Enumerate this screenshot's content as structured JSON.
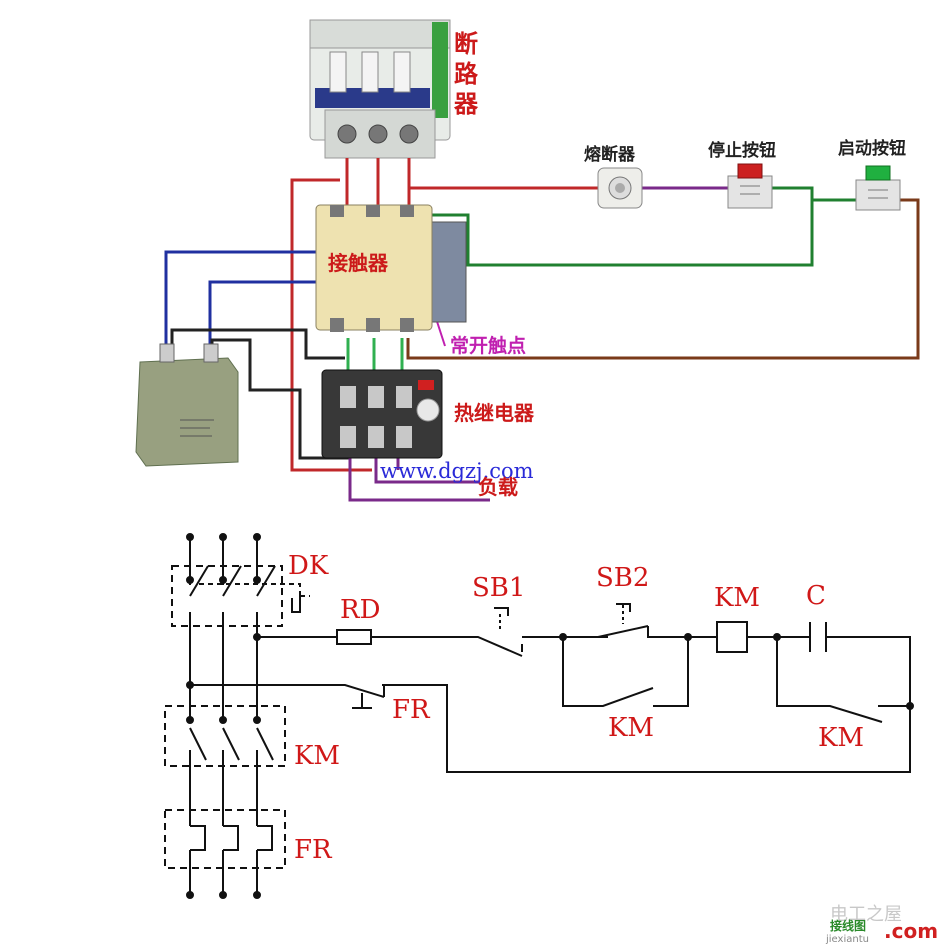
{
  "photo_labels": {
    "breaker": [
      "断",
      "路",
      "器"
    ],
    "fuse": "熔断器",
    "stop_button": "停止按钮",
    "start_button": "启动按钮",
    "contactor": "接触器",
    "no_contact": "常开触点",
    "thermal_relay": "热继电器",
    "load": "负载",
    "website": "www.dgzj.com"
  },
  "schematic_labels": {
    "dk": "DK",
    "rd": "RD",
    "sb1": "SB1",
    "sb2": "SB2",
    "km_coil": "KM",
    "c": "C",
    "fr_contact": "FR",
    "km_main": "KM",
    "fr_main": "FR",
    "km_hold": "KM",
    "km_aux": "KM"
  },
  "watermark": {
    "line1": "电工之屋",
    "line2": "接线图",
    "line3": "jiexiantu",
    "line4": ".com"
  },
  "colors": {
    "label_red": "#cc1a1a",
    "wire_red": "#c0282a",
    "wire_blue": "#2030a0",
    "wire_green": "#208030",
    "wire_brown": "#7a3a1a",
    "wire_purple": "#7a2a8a",
    "label_magenta": "#c020b0",
    "url_blue": "#2a2ad8"
  }
}
